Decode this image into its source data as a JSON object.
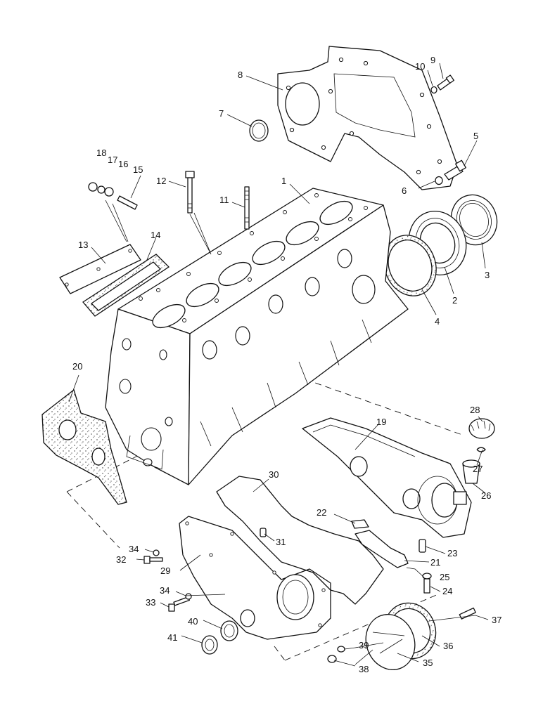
{
  "callouts": [
    {
      "id": "c1",
      "label": "1"
    },
    {
      "id": "c2",
      "label": "2"
    },
    {
      "id": "c3",
      "label": "3"
    },
    {
      "id": "c4",
      "label": "4"
    },
    {
      "id": "c5",
      "label": "5"
    },
    {
      "id": "c6",
      "label": "6"
    },
    {
      "id": "c7",
      "label": "7"
    },
    {
      "id": "c8",
      "label": "8"
    },
    {
      "id": "c9",
      "label": "9"
    },
    {
      "id": "c10",
      "label": "10"
    },
    {
      "id": "c11",
      "label": "11"
    },
    {
      "id": "c12",
      "label": "12"
    },
    {
      "id": "c13",
      "label": "13"
    },
    {
      "id": "c14",
      "label": "14"
    },
    {
      "id": "c15",
      "label": "15"
    },
    {
      "id": "c16",
      "label": "16"
    },
    {
      "id": "c17",
      "label": "17"
    },
    {
      "id": "c18",
      "label": "18"
    },
    {
      "id": "c19",
      "label": "19"
    },
    {
      "id": "c20",
      "label": "20"
    },
    {
      "id": "c21",
      "label": "21"
    },
    {
      "id": "c22",
      "label": "22"
    },
    {
      "id": "c23",
      "label": "23"
    },
    {
      "id": "c24",
      "label": "24"
    },
    {
      "id": "c25",
      "label": "25"
    },
    {
      "id": "c26",
      "label": "26"
    },
    {
      "id": "c27",
      "label": "27"
    },
    {
      "id": "c28",
      "label": "28"
    },
    {
      "id": "c29",
      "label": "29"
    },
    {
      "id": "c30",
      "label": "30"
    },
    {
      "id": "c31",
      "label": "31"
    },
    {
      "id": "c32",
      "label": "32"
    },
    {
      "id": "c33",
      "label": "33"
    },
    {
      "id": "c34a",
      "label": "34"
    },
    {
      "id": "c34b",
      "label": "34"
    },
    {
      "id": "c35",
      "label": "35"
    },
    {
      "id": "c36",
      "label": "36"
    },
    {
      "id": "c37",
      "label": "37"
    },
    {
      "id": "c38",
      "label": "38"
    },
    {
      "id": "c39",
      "label": "39"
    },
    {
      "id": "c40",
      "label": "40"
    },
    {
      "id": "c41",
      "label": "41"
    }
  ]
}
